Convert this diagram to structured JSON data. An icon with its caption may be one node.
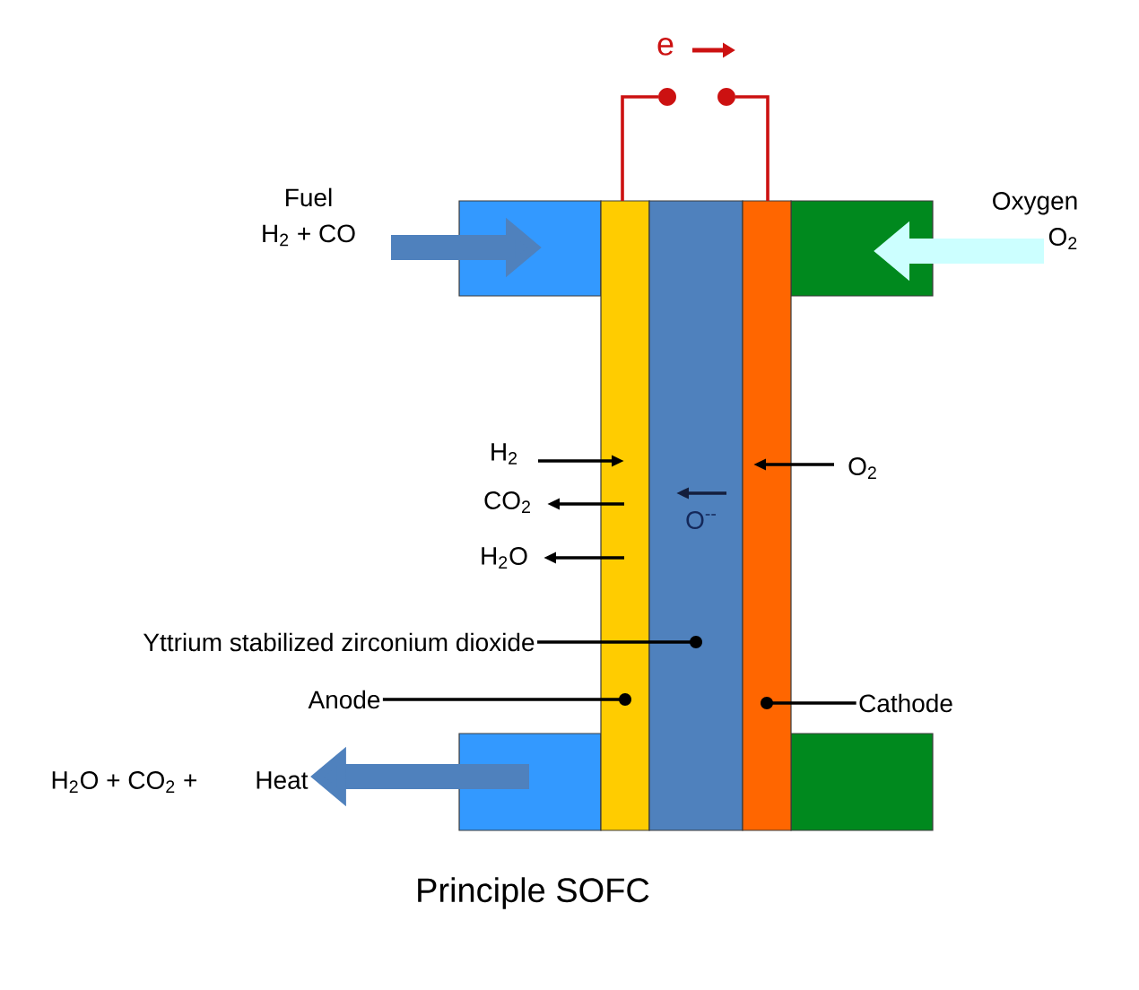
{
  "diagram": {
    "caption": "Principle SOFC",
    "nodes": [
      {
        "text": [],
        "shape": "box"
      },
      {
        "text": [],
        "shape": "bar"
      },
      {
        "text": [],
        "shape": "bar"
      },
      {
        "text": [],
        "shape": "bar"
      },
      {
        "text": [],
        "shape": "box"
      },
      {
        "text": [],
        "shape": "box"
      },
      {
        "text": [],
        "shape": "box"
      },
      {
        "text": [
          "Fuel",
          "H$_{2}$ + CO"
        ]
      },
      {
        "text": [
          "Oxygen",
          "O$_{2}$"
        ]
      },
      {
        "text": [
          "H$_{2}$O + CO$_{2}$ +",
          "Heat"
        ]
      },
      {
        "text": [
          "H$_{2}$"
        ]
      },
      {
        "text": [
          "CO$_{2}$"
        ]
      },
      {
        "text": [
          "H$_{2}$O"
        ]
      },
      {
        "text": [
          "O$_{2}$"
        ]
      },
      {
        "text": [
          "Yttrium stabilized zirconium dioxide"
        ]
      },
      {
        "text": [
          "Anode"
        ]
      },
      {
        "text": [
          "Cathode"
        ]
      },
      {
        "text": [],
        "shape": "circle"
      },
      {
        "text": [],
        "shape": "circle"
      }
    ],
    "edges": [
      {
        "from": 7,
        "to": 0,
        "arrow": "to",
        "style": "thick",
        "color": "#4f81bd"
      },
      {
        "from": 8,
        "to": 4,
        "arrow": "to",
        "style": "thick",
        "color": "#ccffff"
      },
      {
        "from": 5,
        "to": 9,
        "arrow": "to",
        "style": "thick",
        "color": "#4f81bd"
      },
      {
        "from": 10,
        "to": 1,
        "arrow": "to"
      },
      {
        "from": 1,
        "to": 11,
        "arrow": "to"
      },
      {
        "from": 1,
        "to": 12,
        "arrow": "to"
      },
      {
        "from": 13,
        "to": 3,
        "arrow": "to"
      },
      {
        "from": 14,
        "to": 2,
        "arrow": "other"
      },
      {
        "from": 15,
        "to": 1,
        "arrow": "other"
      },
      {
        "from": 16,
        "to": 3,
        "arrow": "other"
      },
      {
        "from": 1,
        "to": 17,
        "arrow": "none",
        "color": "#cc1111"
      },
      {
        "from": 18,
        "to": 3,
        "arrow": "none",
        "color": "#cc1111"
      }
    ],
    "labels": [
      "e",
      "O$^{--}$"
    ]
  }
}
